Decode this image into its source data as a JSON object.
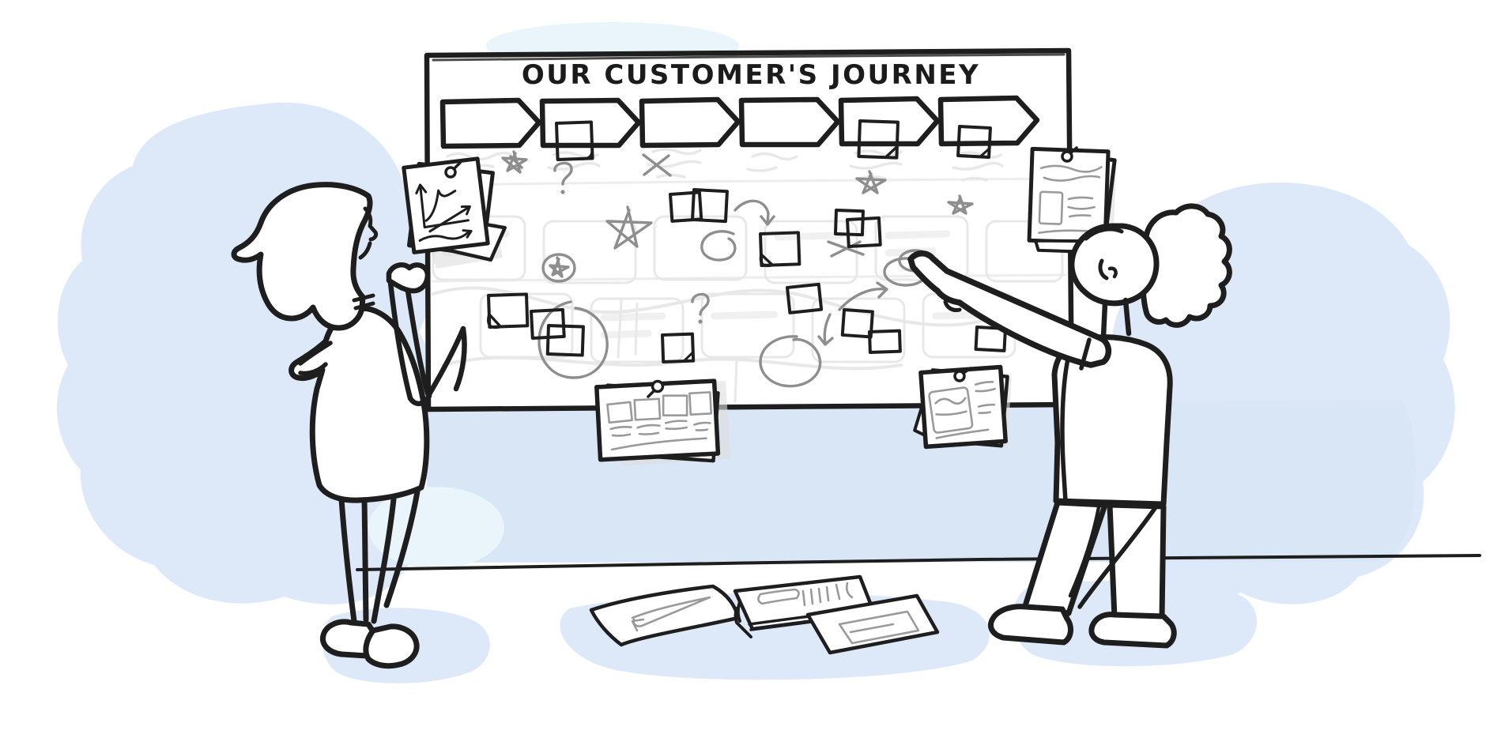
{
  "scene": {
    "kind": "hand-drawn illustration",
    "board": {
      "title": "OUR CUSTOMER'S JOURNEY",
      "stage_arrows": {
        "count": 6,
        "direction": "right"
      },
      "sticky_notes": {
        "count": 16
      },
      "pinned_items": {
        "count": 4,
        "names": [
          "chart-sketch-papers",
          "lined-document",
          "storyboard-card",
          "notes-card"
        ]
      }
    },
    "people": [
      {
        "id": "person-left",
        "pose": "thinking, hand on chin"
      },
      {
        "id": "person-right",
        "pose": "pointing at circled spot on board"
      }
    ],
    "floor_items": {
      "count": 3,
      "names": [
        "sheet-with-arrow-sketch",
        "booklet-stack",
        "sheet-with-frame-sketch"
      ]
    },
    "doodles": [
      "stars",
      "question-marks",
      "x-marks",
      "circles",
      "curved-arrows"
    ]
  },
  "colors": {
    "ink": "#1e1e1e",
    "arrow_fill": "#a6dcec",
    "sticky_fill": "#d3e9f7",
    "sticky_fold": "#b7d8ec",
    "background_blob": "#dde9f8",
    "background_blob_light": "#e9f5fb",
    "wall_band": "#d9e6f6",
    "doodle_gray": "#8e8e8e",
    "ghost_gray": "#e8e8e8",
    "floor_line": "#6a6a6a"
  }
}
